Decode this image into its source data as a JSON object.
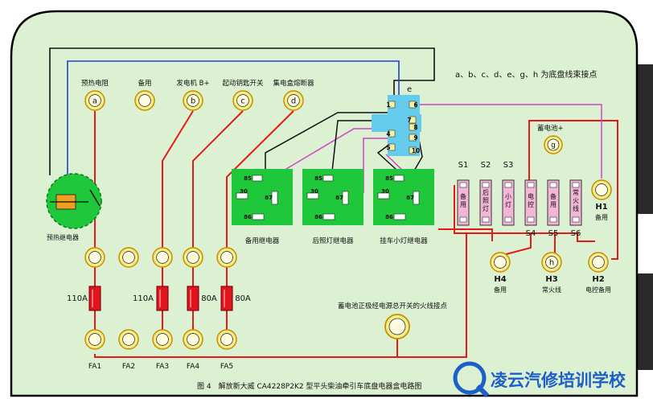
{
  "colors": {
    "board": "#dcf0d2",
    "board_border": "#000000",
    "red_wire": "#e41a1a",
    "blue_wire": "#2040d0",
    "black_wire": "#111111",
    "purple_wire": "#cc44cc",
    "terminal_fill": "#f3ee8c",
    "relay_green": "#1fc83a",
    "fuse_red": "#e1141e",
    "connector_cyan": "#66ccee",
    "pink_fuse": "#f4b6d8",
    "logo_blue": "#1d5fc8"
  },
  "note": "a、b、c、d、e、g、h 为底盘线束接点",
  "caption": "图 4　解放新大威 CA4228P2K2 型平头柴油牵引车底盘电器盒电路图",
  "watermark": "凌云汽修培训学校",
  "top_terminals": [
    {
      "label": "预热电阻",
      "letter": "a"
    },
    {
      "label": "备用",
      "letter": ""
    },
    {
      "label": "发电机 B+",
      "letter": "b"
    },
    {
      "label": "起动钥匙开关",
      "letter": "c"
    },
    {
      "label": "集电盒熔断器",
      "letter": "d"
    }
  ],
  "connector": {
    "letter": "e",
    "pins": [
      "1",
      "6",
      "7",
      "8",
      "4",
      "9",
      "5",
      "10"
    ]
  },
  "preheat_relay_label": "预热继电器",
  "relays": [
    {
      "label": "备用继电器",
      "pins": [
        "85",
        "30",
        "87",
        "86"
      ]
    },
    {
      "label": "后照灯继电器",
      "pins": [
        "85",
        "30",
        "87",
        "86"
      ]
    },
    {
      "label": "挂车小灯继电器",
      "pins": [
        "85",
        "30",
        "87",
        "86"
      ]
    }
  ],
  "small_fuses": [
    {
      "id": "S1",
      "text": "备用"
    },
    {
      "id": "S2",
      "text": "后照灯"
    },
    {
      "id": "S3",
      "text": "小灯"
    },
    {
      "id": "S4",
      "text": "电控"
    },
    {
      "id": "S5",
      "text": "备用"
    },
    {
      "id": "S6",
      "text": "常火线"
    }
  ],
  "battery": {
    "label": "蓄电池+",
    "letter": "g"
  },
  "h_terminals": [
    {
      "id": "H1",
      "sub": "备用",
      "letter": ""
    },
    {
      "id": "H4",
      "sub": "备用",
      "letter": ""
    },
    {
      "id": "H3",
      "sub": "常火线",
      "letter": "h"
    },
    {
      "id": "H2",
      "sub": "电控备用",
      "letter": ""
    }
  ],
  "big_fuses": [
    {
      "label": "110A"
    },
    {
      "label": "110A"
    },
    {
      "label": "80A"
    },
    {
      "label": "80A"
    }
  ],
  "bottom_terminals": [
    "FA1",
    "FA2",
    "FA3",
    "FA4",
    "FA5"
  ],
  "battery_main_label": "蓄电池正极经电源总开关的火线接点"
}
